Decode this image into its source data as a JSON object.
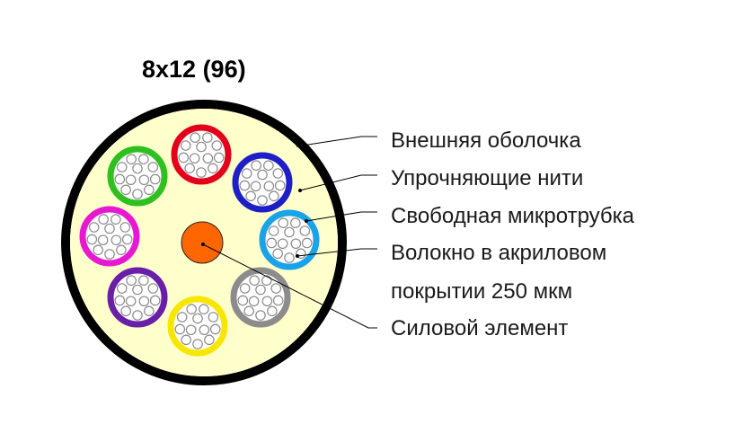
{
  "title": "8x12 (96)",
  "labels": [
    {
      "id": "outer-sheath",
      "text": "Внешняя оболочка"
    },
    {
      "id": "strength-yarns",
      "text": "Упрочняющие нити"
    },
    {
      "id": "loose-microtube",
      "text": "Свободная микротрубка"
    },
    {
      "id": "fiber-line-1",
      "text": "Волокно в акриловом"
    },
    {
      "id": "fiber-line-2",
      "text": "покрытии 250 мкм"
    },
    {
      "id": "strength-member",
      "text": "Силовой элемент"
    }
  ],
  "colors": {
    "jacket": "#000000",
    "filler": "#ffffcc",
    "central_member": "#ff6600",
    "fiber_fill": "#ffffff",
    "fiber_stroke": "#8a8a8a",
    "leader": "#000000"
  },
  "tubes": [
    {
      "name": "red",
      "color": "#e3001b"
    },
    {
      "name": "blue",
      "color": "#1f1fc8"
    },
    {
      "name": "light-blue",
      "color": "#1aa3e8"
    },
    {
      "name": "gray",
      "color": "#8c8c8c"
    },
    {
      "name": "yellow",
      "color": "#f7e600"
    },
    {
      "name": "violet",
      "color": "#6a1fa8"
    },
    {
      "name": "magenta",
      "color": "#e619d1"
    },
    {
      "name": "green",
      "color": "#2fbf1f"
    }
  ],
  "fibers_per_tube": 12
}
